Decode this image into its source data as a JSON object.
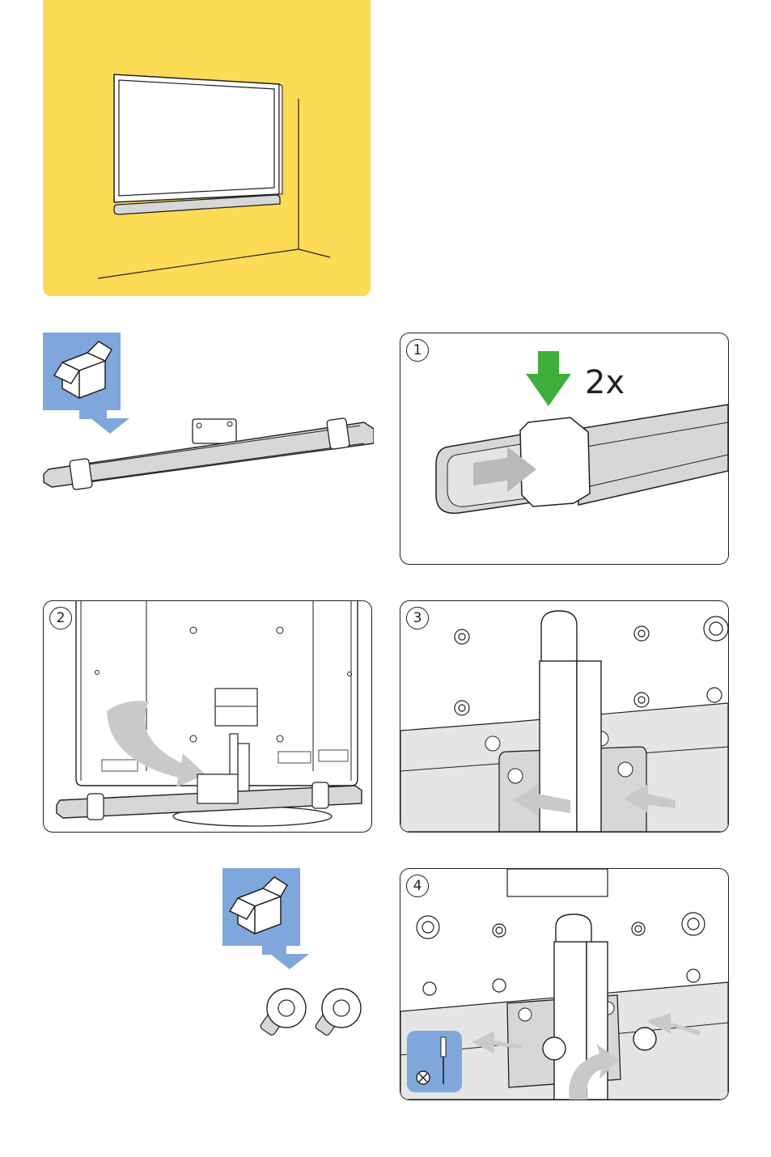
{
  "steps": {
    "s1": {
      "number": "1",
      "quantity": "2x"
    },
    "s2": {
      "number": "2"
    },
    "s3": {
      "number": "3"
    },
    "s4": {
      "number": "4"
    }
  },
  "icons": {
    "package": "open-box-icon",
    "screwdriver": "screwdriver-icon",
    "forbidden": "circle-x-icon"
  },
  "colors": {
    "hero_background": "#fcdb55",
    "box_badge": "#7fa7dc",
    "arrow_green": "#3fae3a",
    "arrow_grey": "#c9c9c9",
    "metal_grey": "#d6d8d8"
  }
}
